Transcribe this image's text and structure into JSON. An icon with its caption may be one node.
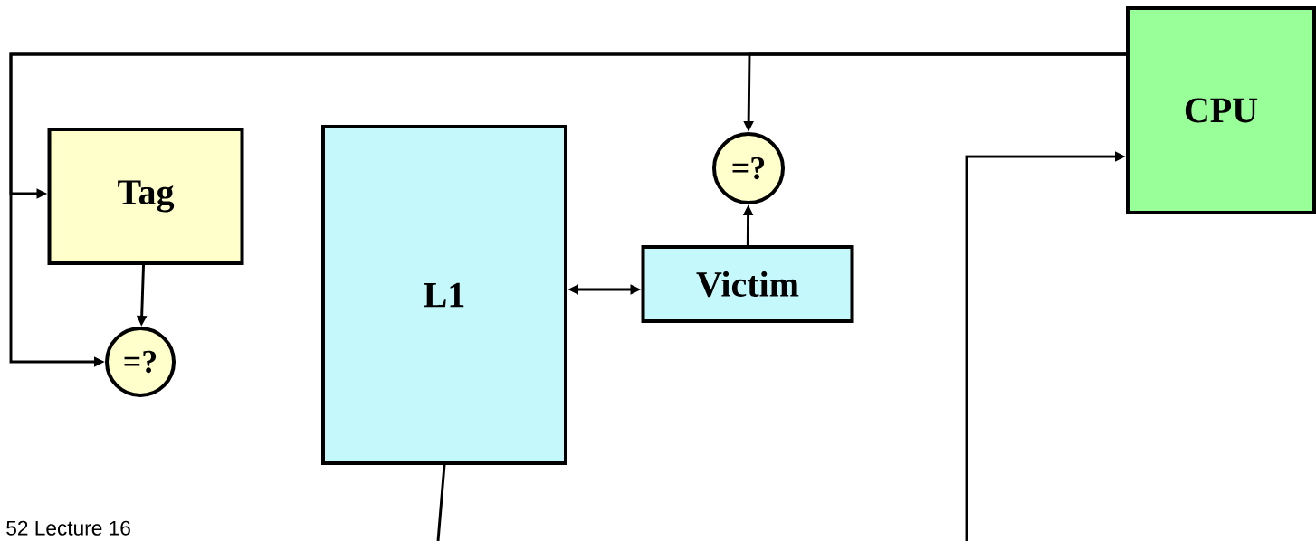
{
  "diagram": {
    "nodes": [
      {
        "text": [
          "CPU"
        ]
      },
      {
        "text": [
          "Tag"
        ]
      },
      {
        "text": [
          "=?"
        ]
      },
      {
        "text": [
          "L1"
        ]
      },
      {
        "text": [
          "Victim"
        ]
      },
      {
        "text": [
          "=?"
        ]
      }
    ],
    "edges": [
      {
        "from": 0,
        "to": 1,
        "arrow": "to"
      },
      {
        "from": 0,
        "to": 2,
        "arrow": "to"
      },
      {
        "from": 0,
        "to": 5,
        "arrow": "to"
      },
      {
        "from": 1,
        "to": 2,
        "arrow": "to"
      },
      {
        "from": 4,
        "to": 5,
        "arrow": "to"
      },
      {
        "from": 3,
        "to": 4,
        "arrow": "both"
      },
      {
        "from": 3,
        "to": null,
        "arrow": "none"
      },
      {
        "from": null,
        "to": 0,
        "arrow": "to"
      }
    ],
    "labels": [
      "52 Lecture 16"
    ]
  }
}
